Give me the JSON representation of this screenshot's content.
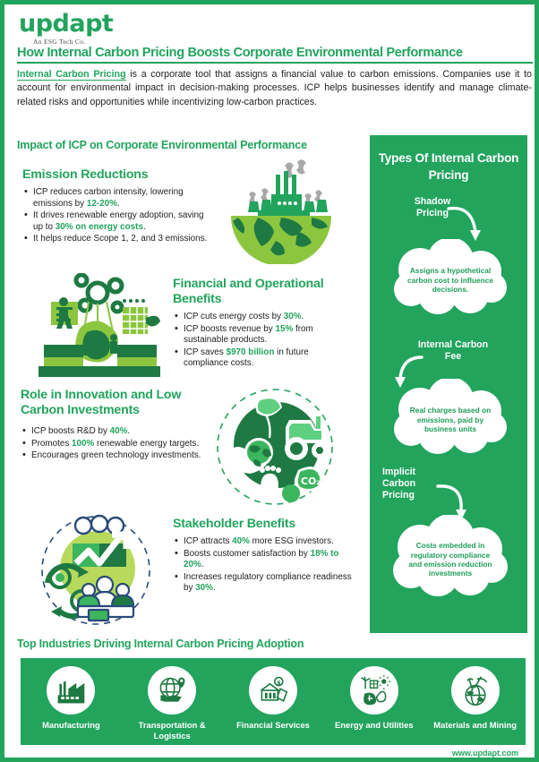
{
  "brand": {
    "logo_word": "updapt",
    "logo_tagline": "An ESG Tech Co.",
    "accent_green": "#22a45d",
    "dark_green": "#1e7a42",
    "light_green": "#8cc63f",
    "navy": "#284b7a",
    "website": "www.updapt.com"
  },
  "header": {
    "title": "How Internal Carbon Pricing Boosts Corporate Environmental Performance",
    "intro_lead": "Internal Carbon Pricing",
    "intro_rest": " is a corporate tool that assigns a financial value to carbon emissions. Companies use it to account for environmental impact in decision-making processes. ICP helps businesses identify and manage climate-related risks and opportunities while incentivizing low-carbon practices."
  },
  "impact": {
    "section_title": "Impact of ICP on Corporate Environmental Performance",
    "blocks": [
      {
        "heading": "Emission Reductions",
        "icon": "factory-globe-icon",
        "bullets": [
          {
            "pre": "ICP reduces carbon intensity, lowering emissions by ",
            "hl": "12-20%",
            "post": "."
          },
          {
            "pre": "It drives renewable energy adoption, saving up to ",
            "hl": "30% on energy costs",
            "post": "."
          },
          {
            "pre": "It helps reduce Scope 1, 2, and 3 emissions.",
            "hl": "",
            "post": ""
          }
        ]
      },
      {
        "heading": "Financial and Operational Benefits",
        "icon": "gears-finance-icon",
        "bullets": [
          {
            "pre": "ICP cuts energy costs by ",
            "hl": "30%",
            "post": "."
          },
          {
            "pre": "ICP boosts revenue by ",
            "hl": "15%",
            "post": " from sustainable products."
          },
          {
            "pre": "ICP saves ",
            "hl": "$970 billion",
            "post": " in future compliance costs."
          }
        ]
      },
      {
        "heading": "Role in Innovation and Low Carbon Investments",
        "icon": "green-tech-globe-icon",
        "bullets": [
          {
            "pre": "ICP boosts R&D by ",
            "hl": "40%",
            "post": "."
          },
          {
            "pre": "Promotes ",
            "hl": "100%",
            "post": " renewable energy targets."
          },
          {
            "pre": "Encourages green technology investments.",
            "hl": "",
            "post": ""
          }
        ]
      },
      {
        "heading": "Stakeholder Benefits",
        "icon": "stakeholder-growth-icon",
        "bullets": [
          {
            "pre": "ICP attracts ",
            "hl": "40%",
            "post": " more ESG investors."
          },
          {
            "pre": "Boosts customer satisfaction by ",
            "hl": "18% to 20%",
            "post": "."
          },
          {
            "pre": "Increases regulatory compliance readiness by ",
            "hl": "30%",
            "post": "."
          }
        ]
      }
    ]
  },
  "types_panel": {
    "title": "Types Of Internal Carbon Pricing",
    "items": [
      {
        "label": "Shadow Pricing",
        "cloud_text": "Assigns a hypothetical carbon cost to influence decisions."
      },
      {
        "label": "Internal Carbon Fee",
        "cloud_text": "Real charges based on emissions, paid by business units"
      },
      {
        "label": "Implicit Carbon Pricing",
        "cloud_text": "Costs embedded in regulatory compliance and emission reduction investments"
      }
    ]
  },
  "industries": {
    "title": "Top Industries Driving Internal Carbon Pricing Adoption",
    "items": [
      {
        "label": "Manufacturing",
        "icon": "factory-icon"
      },
      {
        "label": "Transportation & Logistics",
        "icon": "globe-transport-icon"
      },
      {
        "label": "Financial Services",
        "icon": "bank-money-icon"
      },
      {
        "label": "Energy and Utilities",
        "icon": "energy-plug-icon"
      },
      {
        "label": "Materials and Mining",
        "icon": "mining-pickaxe-icon"
      }
    ]
  }
}
